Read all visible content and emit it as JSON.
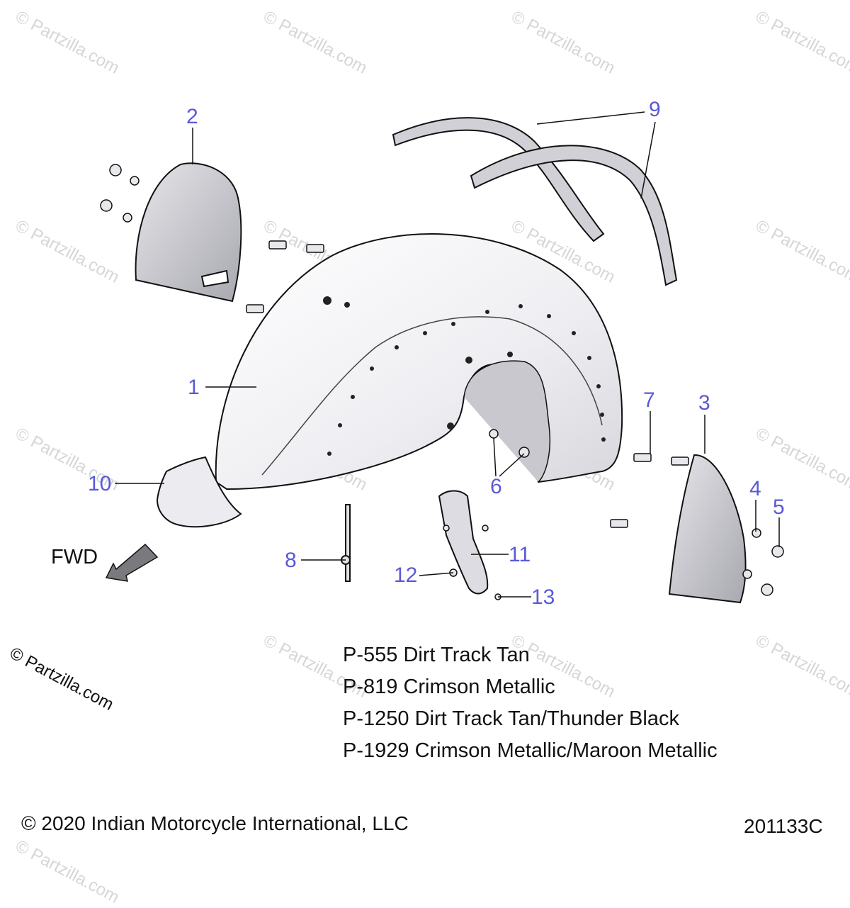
{
  "watermark": "© Partzilla.com",
  "fwd_label": "FWD",
  "callouts": [
    "1",
    "2",
    "3",
    "4",
    "5",
    "6",
    "7",
    "8",
    "9",
    "10",
    "11",
    "12",
    "13"
  ],
  "paint_codes": [
    "P-555 Dirt Track Tan",
    "P-819 Crimson Metallic",
    "P-1250 Dirt Track Tan/Thunder Black",
    "P-1929 Crimson Metallic/Maroon Metallic"
  ],
  "copyright": "© 2020 Indian Motorcycle International, LLC",
  "drawing_id": "201133C",
  "colors": {
    "callout": "#5a5ad6",
    "line": "#111111",
    "part_fill": "#f2f2f4",
    "watermark": "#d6d6d6"
  }
}
